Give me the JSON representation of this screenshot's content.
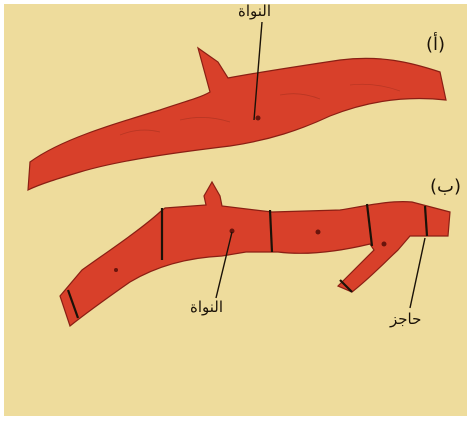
{
  "labels": {
    "panel_a": "(أ)",
    "panel_b": "(ب)",
    "nucleus_top": "النواة",
    "nucleus_bottom": "النواة",
    "septum": "حاجز"
  },
  "colors": {
    "background": "#eedc9c",
    "cell_fill": "#d8402a",
    "cell_outline": "#8a1f14",
    "ink": "#1a1208"
  }
}
